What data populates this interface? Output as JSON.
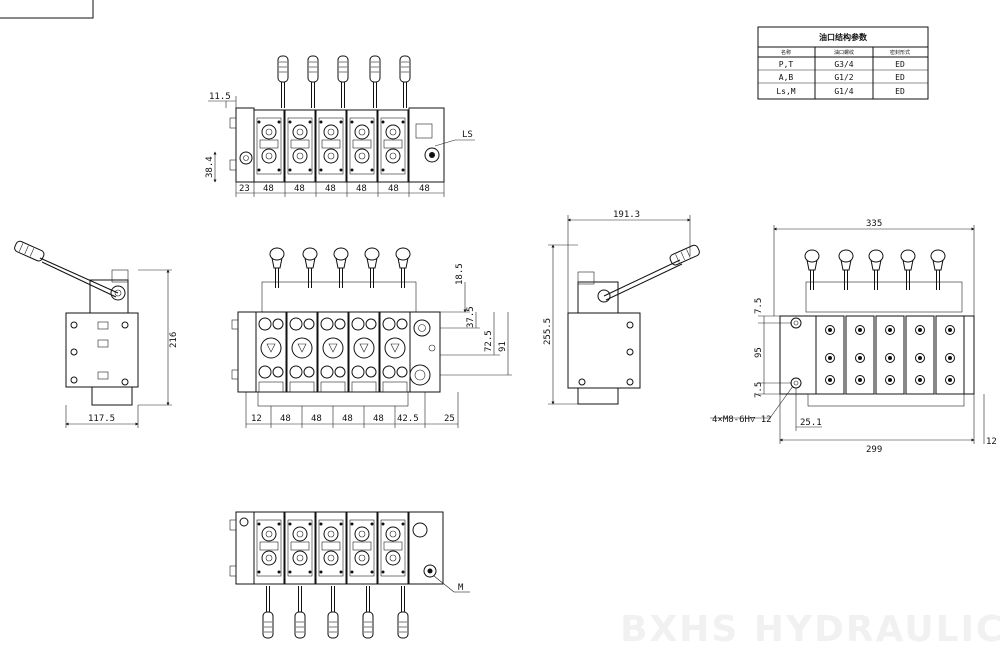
{
  "table": {
    "title": "油口结构参数",
    "headers": [
      "名称",
      "油口螺纹",
      "密封形式"
    ],
    "rows": [
      [
        "P,T",
        "G3/4",
        "ED"
      ],
      [
        "A,B",
        "G1/2",
        "ED"
      ],
      [
        "Ls,M",
        "G1/4",
        "ED"
      ]
    ]
  },
  "top_view": {
    "dims": [
      "11.5",
      "38.4",
      "23",
      "48",
      "48",
      "48",
      "48",
      "48",
      "48"
    ],
    "port_label": "LS"
  },
  "left_view": {
    "dims": [
      "216",
      "117.5"
    ]
  },
  "front_view": {
    "dims": [
      "18.5",
      "37.5",
      "72.5",
      "91",
      "12",
      "48",
      "48",
      "48",
      "48",
      "42.5",
      "25"
    ]
  },
  "side_view": {
    "dims": [
      "191.3",
      "255.5"
    ]
  },
  "right_view": {
    "dims": [
      "335",
      "7.5",
      "95",
      "7.5",
      "25.1",
      "299",
      "12"
    ],
    "mount_label": "4×M8-6H▽ 12"
  },
  "bottom_view": {
    "port_label": "M"
  },
  "watermark": "BXHS HYDRAULIC"
}
